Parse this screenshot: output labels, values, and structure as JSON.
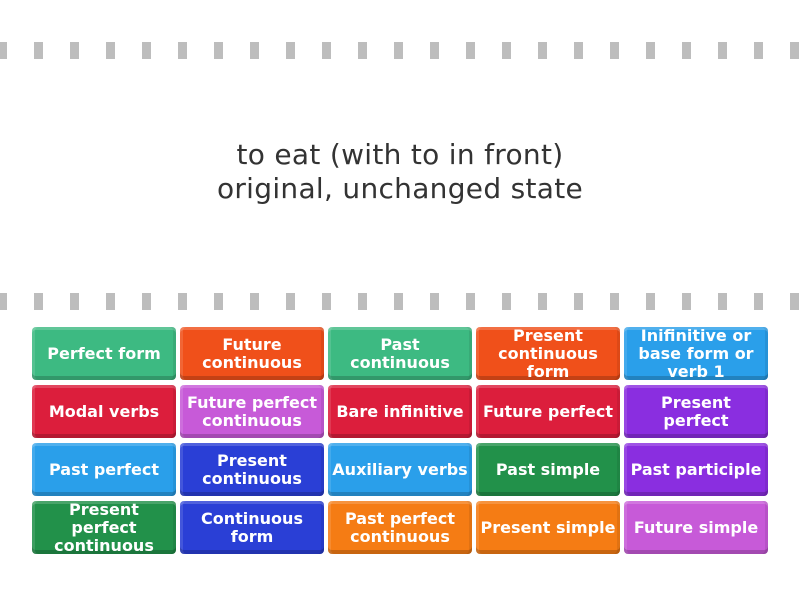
{
  "question": {
    "line1": "to eat (with to in front)",
    "line2": "original, unchanged state"
  },
  "tiles": [
    {
      "label": "Perfect form",
      "color": "#3dba82"
    },
    {
      "label": "Future continuous",
      "color": "#f0501a"
    },
    {
      "label": "Past continuous",
      "color": "#3dba82"
    },
    {
      "label": "Present continuous form",
      "color": "#f0501a"
    },
    {
      "label": "Inifinitive or base form or verb 1",
      "color": "#2a9fea"
    },
    {
      "label": "Modal verbs",
      "color": "#dc1e3c"
    },
    {
      "label": "Future perfect continuous",
      "color": "#c75ad8"
    },
    {
      "label": "Bare infinitive",
      "color": "#dc1e3c"
    },
    {
      "label": "Future perfect",
      "color": "#dc1e3c"
    },
    {
      "label": "Present perfect",
      "color": "#8a2ee0"
    },
    {
      "label": "Past perfect",
      "color": "#2a9fea"
    },
    {
      "label": "Present continuous",
      "color": "#2a3fd6"
    },
    {
      "label": "Auxiliary verbs",
      "color": "#2a9fea"
    },
    {
      "label": "Past simple",
      "color": "#22914a"
    },
    {
      "label": "Past participle",
      "color": "#8a2ee0"
    },
    {
      "label": "Present perfect continuous",
      "color": "#22914a"
    },
    {
      "label": "Continuous form",
      "color": "#2a3fd6"
    },
    {
      "label": "Past perfect continuous",
      "color": "#f57c14"
    },
    {
      "label": "Present simple",
      "color": "#f57c14"
    },
    {
      "label": "Future simple",
      "color": "#c75ad8"
    }
  ]
}
